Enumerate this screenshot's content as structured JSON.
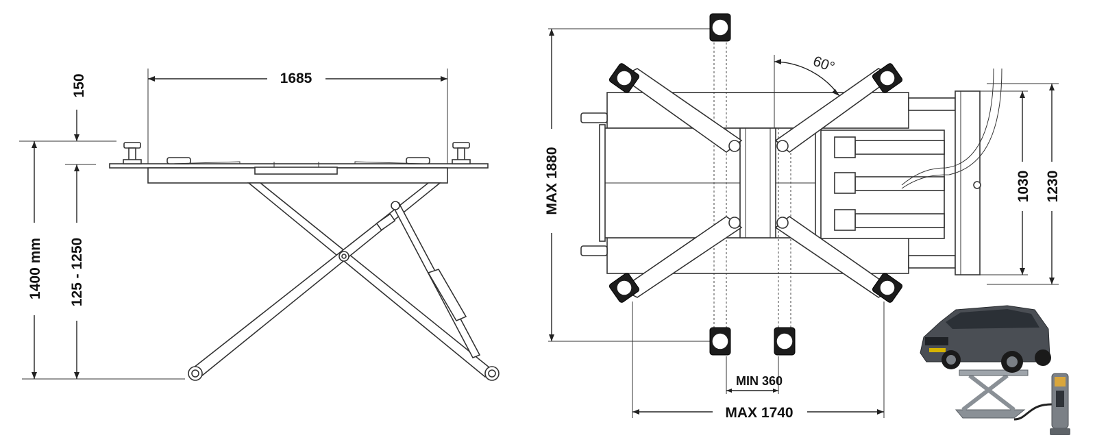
{
  "side_view": {
    "width_label": "1685",
    "pad_height_label": "150",
    "total_height_label": "1400 mm",
    "lift_range_label": "125 - 1250"
  },
  "top_view": {
    "max_length_label": "MAX 1880",
    "angle_label": "60°",
    "min_track_label": "MIN 360",
    "max_width_label": "MAX 1740",
    "inner_width_label": "1030",
    "outer_width_label": "1230"
  },
  "photo": {
    "subject": "suv-on-scissor-lift-with-control-box"
  },
  "colors": {
    "line": "#222222",
    "pad": "#1c1c1c",
    "car_body": "#4a4e54",
    "lift_frame": "#8a9096"
  }
}
